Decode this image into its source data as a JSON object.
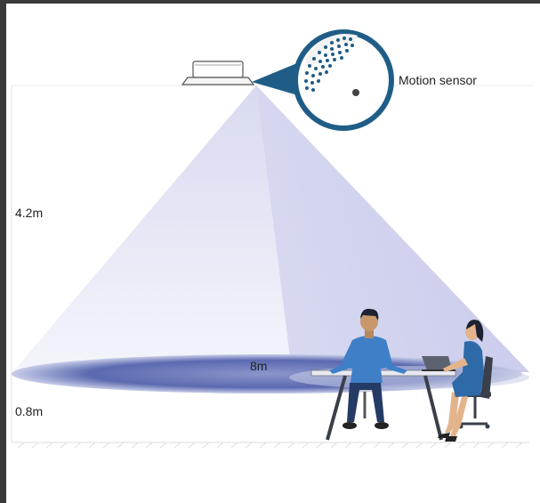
{
  "labels": {
    "sensor": "Motion sensor",
    "height_top": "4.2m",
    "coverage": "8m",
    "height_bottom": "0.8m"
  },
  "colors": {
    "cone_light": "#eef0f8",
    "cone_mid": "#c9cbea",
    "sensor_blue": "#1f5d86",
    "ellipse_dark": "#4a5aa8",
    "ellipse_light": "#d7dcf0",
    "person_shirt": "#3f7fc8",
    "person_pants": "#243b66",
    "woman_dress": "#2e6aa8"
  },
  "icons": [
    "motion-sensor-device",
    "sensor-zoom-lens",
    "man-figure",
    "woman-figure",
    "office-chair",
    "desk",
    "laptop"
  ]
}
